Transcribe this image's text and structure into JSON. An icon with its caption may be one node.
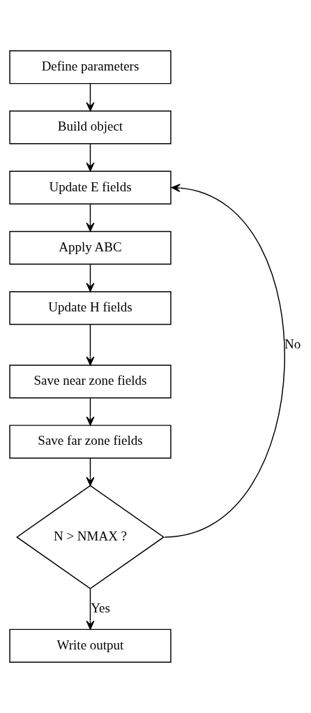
{
  "diagram": {
    "nodes": [
      {
        "text": [
          "Define parameters"
        ]
      },
      {
        "text": [
          "Build object"
        ]
      },
      {
        "text": [
          "Update E fields"
        ]
      },
      {
        "text": [
          "Apply ABC"
        ]
      },
      {
        "text": [
          "Update H fields"
        ]
      },
      {
        "text": [
          "Save near zone fields"
        ]
      },
      {
        "text": [
          "Save far zone fields"
        ]
      },
      {
        "text": [
          "N > NMAX ?"
        ]
      },
      {
        "text": [
          "Write output"
        ]
      }
    ],
    "edges": [
      {
        "from": 0,
        "to": 1,
        "arrow": "to"
      },
      {
        "from": 1,
        "to": 2,
        "arrow": "to"
      },
      {
        "from": 2,
        "to": 3,
        "arrow": "to"
      },
      {
        "from": 3,
        "to": 4,
        "arrow": "to"
      },
      {
        "from": 4,
        "to": 5,
        "arrow": "to"
      },
      {
        "from": 5,
        "to": 6,
        "arrow": "to"
      },
      {
        "from": 6,
        "to": 7,
        "arrow": "to"
      },
      {
        "from": 7,
        "to": 8,
        "arrow": "to",
        "label": "Yes"
      },
      {
        "from": 7,
        "to": 2,
        "arrow": "to",
        "label": "No"
      }
    ]
  }
}
